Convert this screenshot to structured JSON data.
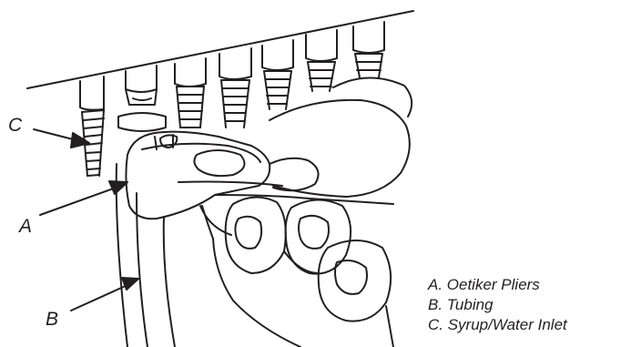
{
  "callouts": {
    "a": "A",
    "b": "B",
    "c": "C"
  },
  "legend": {
    "a": "A. Oetiker Pliers",
    "b": "B. Tubing",
    "c": "C. Syrup/Water Inlet"
  },
  "line_color": "#231f20"
}
